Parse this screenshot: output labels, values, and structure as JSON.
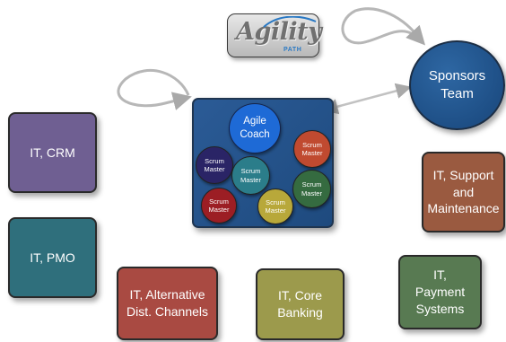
{
  "logo": {
    "text": "Agility",
    "subtext": "PATH"
  },
  "sponsors": {
    "label": "Sponsors\nTeam",
    "color": "#225590"
  },
  "team": {
    "agile_coach": {
      "label": "Agile\nCoach",
      "color": "#1e6ad6"
    },
    "scrum_masters": [
      {
        "label": "Scrum\nMaster",
        "color": "#2a2466"
      },
      {
        "label": "Scrum\nMaster",
        "color": "#2b7d8a"
      },
      {
        "label": "Scrum\nMaster",
        "color": "#c04a30"
      },
      {
        "label": "Scrum\nMaster",
        "color": "#356b40"
      },
      {
        "label": "Scrum\nMaster",
        "color": "#9c1e24"
      },
      {
        "label": "Scrum\nMaster",
        "color": "#b8a83a"
      }
    ]
  },
  "groups": [
    {
      "label": "IT, CRM",
      "color": "#6f5f92"
    },
    {
      "label": "IT, PMO",
      "color": "#2f6f7c"
    },
    {
      "label": "IT, Alternative\nDist. Channels",
      "color": "#a94a42"
    },
    {
      "label": "IT, Core\nBanking",
      "color": "#9c9a4c"
    },
    {
      "label": "IT,\nPayment\nSystems",
      "color": "#587a52"
    },
    {
      "label": "IT, Support\nand\nMaintenance",
      "color": "#9a5a40"
    }
  ]
}
